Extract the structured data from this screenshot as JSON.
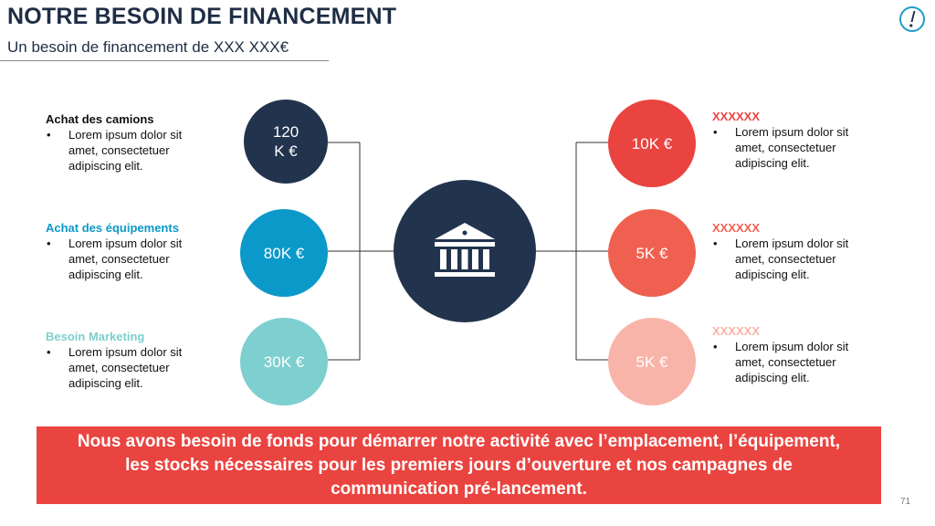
{
  "header": {
    "title": "NOTRE BESOIN DE FINANCEMENT",
    "subtitle": "Un besoin de financement de XXX XXX€",
    "logo_icon": "exclamation-logo-icon"
  },
  "colors": {
    "navy": "#22334d",
    "blue": "#0b99c9",
    "teal": "#7ecfcf",
    "red": "#ea4440",
    "coral": "#f06050",
    "salmon": "#f8b4a8"
  },
  "left_items": [
    {
      "heading": "Achat  des camions",
      "amount": "120\nK €",
      "bullet": "Lorem ipsum dolor sit amet, consectetuer adipiscing elit."
    },
    {
      "heading": "Achat  des équipements",
      "amount": "80K €",
      "bullet": "Lorem ipsum dolor sit amet, consectetuer adipiscing elit."
    },
    {
      "heading": "Besoin Marketing",
      "amount": "30K €",
      "bullet": "Lorem ipsum dolor sit amet, consectetuer adipiscing elit."
    }
  ],
  "right_items": [
    {
      "heading": "XXXXXX",
      "amount": "10K €",
      "bullet": "Lorem ipsum dolor sit amet, consectetuer adipiscing elit."
    },
    {
      "heading": "XXXXXX",
      "amount": "5K €",
      "bullet": "Lorem ipsum dolor sit amet, consectetuer adipiscing elit."
    },
    {
      "heading": "XXXXXX",
      "amount": "5K €",
      "bullet": "Lorem ipsum dolor sit amet, consectetuer adipiscing elit."
    }
  ],
  "center_icon": "bank-icon",
  "banner_text": "Nous avons besoin de fonds pour démarrer notre activité avec l’emplacement, l’équipement, les stocks nécessaires pour les premiers jours d’ouverture et nos campagnes de communication pré-lancement.",
  "page_number": "71"
}
